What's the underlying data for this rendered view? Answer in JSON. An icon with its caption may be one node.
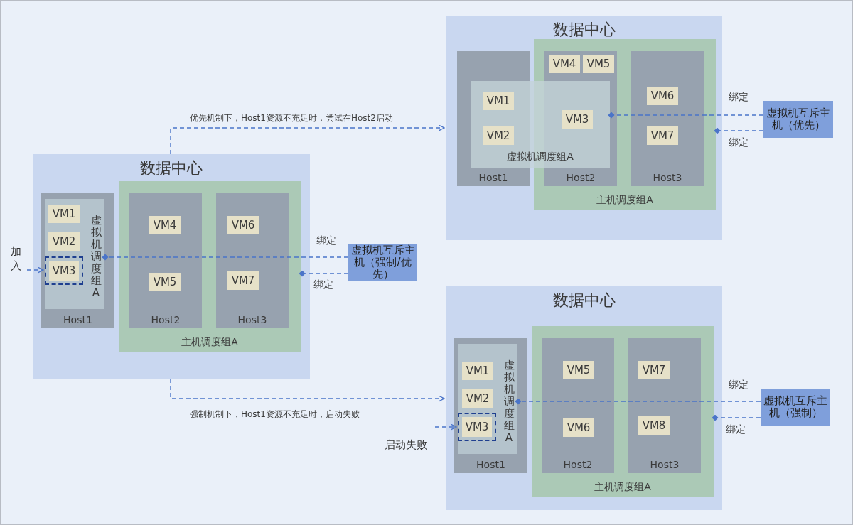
{
  "diagram": {
    "nodes": [
      {
        "text": [
          "数据中心"
        ]
      },
      {
        "text": [
          "Host1"
        ],
        "in": 0
      },
      {
        "text": [
          "虚拟机调度组A"
        ],
        "in": 1
      },
      {
        "text": [
          "VM1"
        ],
        "in": 2
      },
      {
        "text": [
          "VM2"
        ],
        "in": 2
      },
      {
        "text": [
          "VM3"
        ],
        "in": 2
      },
      {
        "text": [
          "主机调度组A"
        ],
        "in": 0
      },
      {
        "text": [
          "Host2"
        ],
        "in": 6
      },
      {
        "text": [
          "VM4"
        ],
        "in": 7
      },
      {
        "text": [
          "VM5"
        ],
        "in": 7
      },
      {
        "text": [
          "Host3"
        ],
        "in": 6
      },
      {
        "text": [
          "VM6"
        ],
        "in": 10
      },
      {
        "text": [
          "VM7"
        ],
        "in": 10
      },
      {
        "text": [
          "虚拟机互斥主机（强制/优先）"
        ]
      },
      {
        "text": [
          "加入"
        ]
      },
      {
        "text": [
          "数据中心"
        ]
      },
      {
        "text": [
          "Host1"
        ],
        "in": 15
      },
      {
        "text": [
          "主机调度组A"
        ],
        "in": 15
      },
      {
        "text": [
          "Host2"
        ],
        "in": 17
      },
      {
        "text": [
          "VM4"
        ],
        "in": 18
      },
      {
        "text": [
          "VM5"
        ],
        "in": 18
      },
      {
        "text": [
          "Host3"
        ],
        "in": 17
      },
      {
        "text": [
          "VM6"
        ],
        "in": 21
      },
      {
        "text": [
          "VM7"
        ],
        "in": 21
      },
      {
        "text": [
          "虚拟机调度组A"
        ],
        "in": 15
      },
      {
        "text": [
          "VM1"
        ]
      },
      {
        "text": [
          "VM2"
        ]
      },
      {
        "text": [
          "VM3"
        ]
      },
      {
        "text": [
          "虚拟机互斥主机（优先）"
        ]
      },
      {
        "text": [
          "数据中心"
        ]
      },
      {
        "text": [
          "Host1"
        ],
        "in": 29
      },
      {
        "text": [
          "虚拟机调度组A"
        ],
        "in": 30
      },
      {
        "text": [
          "VM1"
        ],
        "in": 31
      },
      {
        "text": [
          "VM2"
        ],
        "in": 31
      },
      {
        "text": [
          "VM3"
        ],
        "in": 31
      },
      {
        "text": [
          "主机调度组A"
        ],
        "in": 29
      },
      {
        "text": [
          "Host2"
        ],
        "in": 35
      },
      {
        "text": [
          "VM5"
        ],
        "in": 36
      },
      {
        "text": [
          "VM6"
        ],
        "in": 36
      },
      {
        "text": [
          "Host3"
        ],
        "in": 35
      },
      {
        "text": [
          "VM7"
        ],
        "in": 39
      },
      {
        "text": [
          "VM8"
        ],
        "in": 39
      },
      {
        "text": [
          "虚拟机互斥主机（强制）"
        ]
      },
      {
        "text": [
          "启动失败"
        ]
      }
    ],
    "edges": [
      {
        "from": 13,
        "to": 2,
        "arrow": "other",
        "label": "绑定"
      },
      {
        "from": 13,
        "to": 6,
        "arrow": "other",
        "label": "绑定"
      },
      {
        "from": 14,
        "to": 5,
        "arrow": "to"
      },
      {
        "from": 0,
        "to": 15,
        "arrow": "to",
        "label": "优先机制下，Host1资源不充足时，尝试在Host2启动"
      },
      {
        "from": 28,
        "to": 24,
        "arrow": "other",
        "label": "绑定"
      },
      {
        "from": 28,
        "to": 17,
        "arrow": "other",
        "label": "绑定"
      },
      {
        "from": 0,
        "to": 29,
        "arrow": "to",
        "label": "强制机制下，Host1资源不充足时，启动失败"
      },
      {
        "from": 42,
        "to": 31,
        "arrow": "other",
        "label": "绑定"
      },
      {
        "from": 42,
        "to": 35,
        "arrow": "other",
        "label": "绑定"
      },
      {
        "from": 43,
        "to": 34,
        "arrow": "to"
      }
    ]
  }
}
